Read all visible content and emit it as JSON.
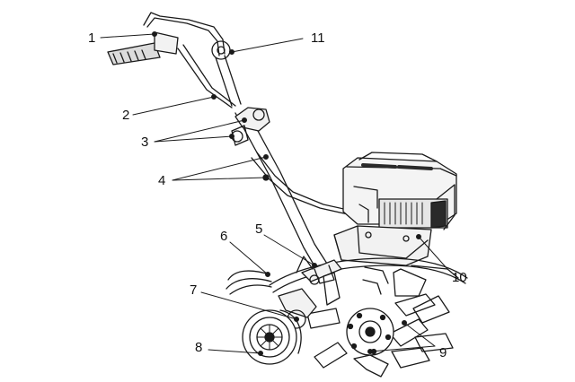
{
  "callouts": {
    "c1": "1",
    "c2": "2",
    "c3": "3",
    "c4": "4",
    "c5": "5",
    "c6": "6",
    "c7": "7",
    "c8": "8",
    "c9": "9",
    "c10": "10",
    "c11": "11"
  },
  "colors": {
    "line": "#1a1a1a",
    "engine": "#2a2a2a",
    "background": "#ffffff"
  }
}
